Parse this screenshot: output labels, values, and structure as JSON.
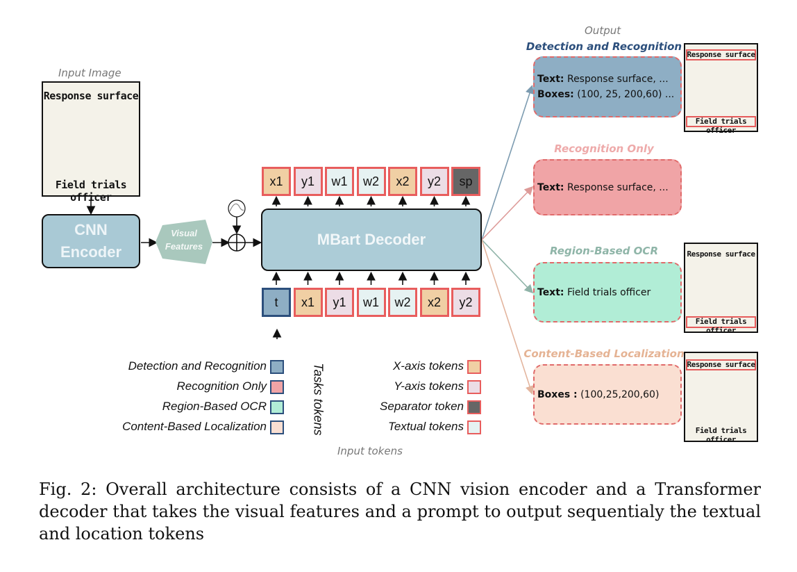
{
  "input_image": {
    "label": "Input Image",
    "line_top": "Response surface",
    "line_bottom": "Field trials officer"
  },
  "encoder": {
    "label_line1": "CNN",
    "label_line2": "Encoder"
  },
  "visual_features": {
    "line1": "Visual",
    "line2": "Features"
  },
  "decoder": {
    "label": "MBart Decoder"
  },
  "output_tokens": [
    "x1",
    "y1",
    "w1",
    "w2",
    "x2",
    "y2",
    "sp"
  ],
  "input_tokens": [
    "t",
    "x1",
    "y1",
    "w1",
    "w2",
    "x2",
    "y2"
  ],
  "output_label": "Output",
  "outputs": [
    {
      "title": "Detection and Recognition",
      "title_color": "#2c4f7c",
      "fill": "#8eaec4",
      "line1_key": "Text:",
      "line1_val": " Response surface, ...",
      "line2_key": "Boxes:",
      "line2_val": " (100, 25, 200,60) ..."
    },
    {
      "title": "Recognition Only",
      "title_color": "#eeaaaa",
      "fill": "#f0a4a6",
      "line1_key": "Text:",
      "line1_val": " Response surface, ..."
    },
    {
      "title": "Region-Based OCR",
      "title_color": "#8fb5a8",
      "fill": "#b1edd6",
      "line1_key": "Text:",
      "line1_val": " Field trials officer"
    },
    {
      "title": "Content-Based Localization",
      "title_color": "#e5b394",
      "fill": "#fadfd2",
      "line1_key": "Boxes :",
      "line1_val": " (100,25,200,60)"
    }
  ],
  "thumbnails": [
    {
      "top": "Response surface",
      "bottom": "Field trials officer",
      "highlight": [
        "top",
        "bottom"
      ]
    },
    {
      "top": "Response surface",
      "bottom": "Field trials officer",
      "highlight": [
        "bottom"
      ]
    },
    {
      "top": "Response surface",
      "bottom": "Field trials officer",
      "highlight": [
        "top"
      ]
    }
  ],
  "legend_tasks": {
    "title": "Tasks tokens",
    "items": [
      {
        "label": "Detection and Recognition",
        "color": "#8eaec4"
      },
      {
        "label": "Recognition Only",
        "color": "#f0a4a6"
      },
      {
        "label": "Region-Based OCR",
        "color": "#b1edd6"
      },
      {
        "label": "Content-Based Localization",
        "color": "#fadfd2"
      }
    ]
  },
  "legend_input": {
    "title": "Input tokens",
    "items": [
      {
        "label": "X-axis tokens",
        "color": "#f0cfa4"
      },
      {
        "label": "Y-axis tokens",
        "color": "#ecdde6"
      },
      {
        "label": "Separator token",
        "color": "#666666"
      },
      {
        "label": "Textual tokens",
        "color": "#e6f2f2"
      }
    ]
  },
  "colors": {
    "x_token": "#f0cfa4",
    "y_token": "#ecdde6",
    "w_token": "#e6f2f2",
    "sp_token": "#666666",
    "t_token": "#8eaec4",
    "token_border": "#e85d5d",
    "task_border": "#2c4f7c"
  },
  "caption": "Fig. 2: Overall architecture consists of a CNN vision encoder and a Transformer decoder that takes the visual features and a prompt to output sequentialy the textual and location tokens"
}
